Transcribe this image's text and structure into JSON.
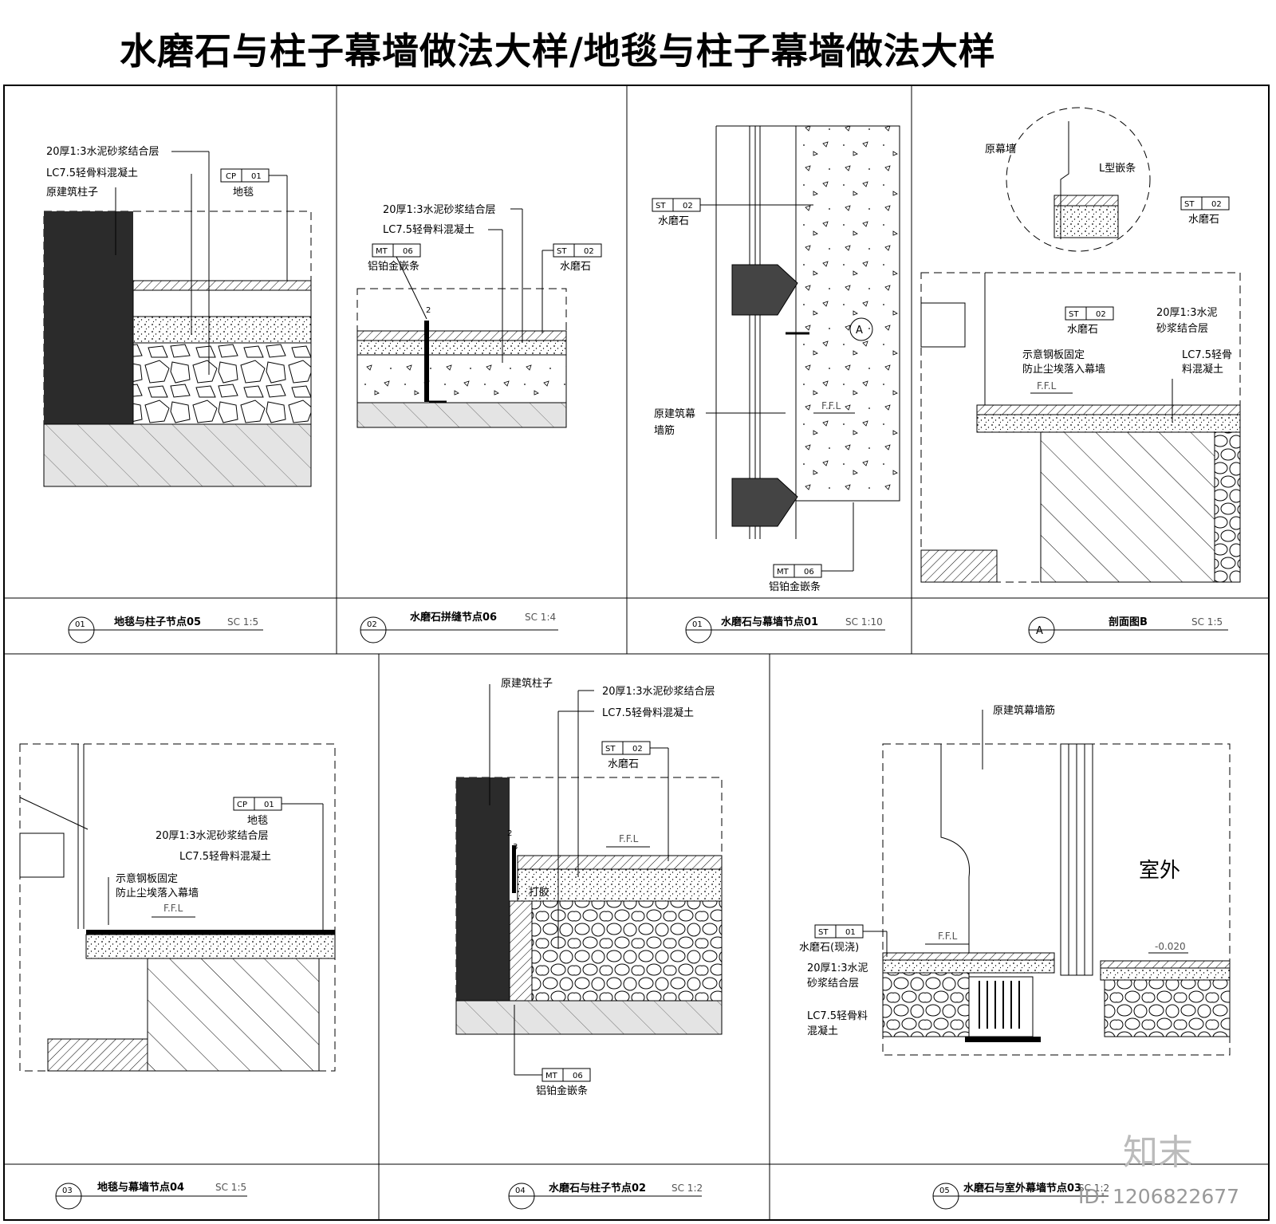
{
  "title": "水磨石与柱子幕墙做法大样/地毯与柱子幕墙做法大样",
  "panels": {
    "p1": {
      "caption": "地毯与柱子节点05",
      "scale": "SC 1:5",
      "num": "01",
      "labels": [
        "20厚1:3水泥砂浆结合层",
        "LC7.5轻骨料混凝土",
        "原建筑柱子"
      ],
      "tag": {
        "code": "CP",
        "no": "01",
        "name": "地毯"
      }
    },
    "p2": {
      "caption": "水磨石拼缝节点06",
      "scale": "SC 1:4",
      "num": "02",
      "labels": [
        "20厚1:3水泥砂浆结合层",
        "LC7.5轻骨料混凝土"
      ],
      "tag1": {
        "code": "MT",
        "no": "06",
        "name": "铝铂金嵌条"
      },
      "tag2": {
        "code": "ST",
        "no": "02",
        "name": "水磨石"
      },
      "dim": "2"
    },
    "p3": {
      "caption": "水磨石与幕墙节点01",
      "scale": "SC 1:10",
      "num": "01",
      "tag1": {
        "code": "ST",
        "no": "02",
        "name": "水磨石"
      },
      "tag2": {
        "code": "MT",
        "no": "06",
        "name": "铝铂金嵌条"
      },
      "labels": [
        "原建筑幕",
        "墙筋"
      ],
      "ffl": "F.F.L",
      "section": "A"
    },
    "p4": {
      "caption": "剖面图B",
      "scale": "SC 1:5",
      "num": "A",
      "labels": [
        "原幕墙",
        "L型嵌条",
        "20厚1:3水泥",
        "砂浆结合层",
        "示意钢板固定",
        "防止尘埃落入幕墙",
        "LC7.5轻骨",
        "料混凝土"
      ],
      "tag1": {
        "code": "ST",
        "no": "02",
        "name": "水磨石"
      },
      "tag2": {
        "code": "ST",
        "no": "02",
        "name": "水磨石"
      },
      "ffl": "F.F.L"
    },
    "p5": {
      "caption": "地毯与幕墙节点04",
      "scale": "SC 1:5",
      "num": "03",
      "tag": {
        "code": "CP",
        "no": "01",
        "name": "地毯"
      },
      "labels": [
        "20厚1:3水泥砂浆结合层",
        "LC7.5轻骨料混凝土",
        "示意钢板固定",
        "防止尘埃落入幕墙"
      ],
      "ffl": "F.F.L"
    },
    "p6": {
      "caption": "水磨石与柱子节点02",
      "scale": "SC 1:2",
      "num": "04",
      "labels": [
        "原建筑柱子",
        "20厚1:3水泥砂浆结合层",
        "LC7.5轻骨料混凝土",
        "打胶"
      ],
      "tag1": {
        "code": "ST",
        "no": "02",
        "name": "水磨石"
      },
      "tag2": {
        "code": "MT",
        "no": "06",
        "name": "铝铂金嵌条"
      },
      "ffl": "F.F.L",
      "dims": [
        "2",
        "3"
      ]
    },
    "p7": {
      "caption": "水磨石与室外幕墙节点03",
      "scale": "SC 1:2",
      "num": "05",
      "labels": [
        "原建筑幕墙筋",
        "20厚1:3水泥",
        "砂浆结合层",
        "LC7.5轻骨料",
        "混凝土"
      ],
      "tag": {
        "code": "ST",
        "no": "01",
        "name": "水磨石(现浇)"
      },
      "outdoor": "室外",
      "level": "-0.020",
      "ffl": "F.F.L"
    }
  },
  "watermark": {
    "logo": "知末",
    "id": "ID: 1206822677"
  }
}
